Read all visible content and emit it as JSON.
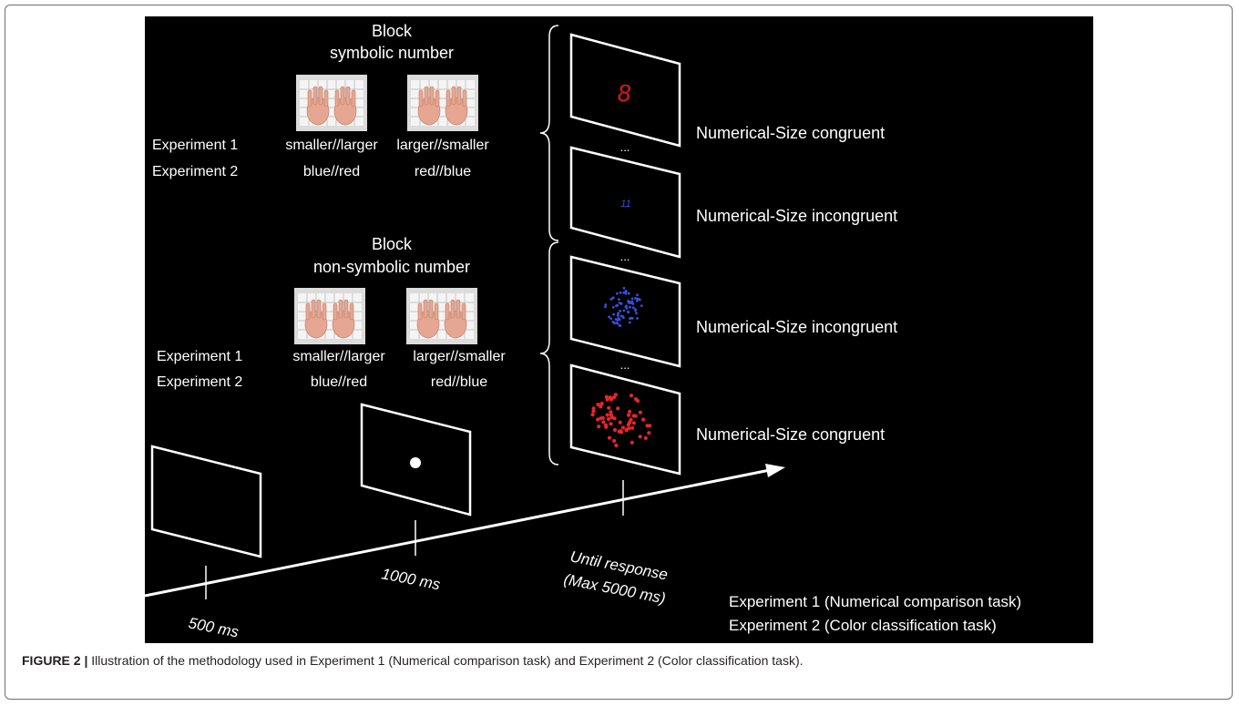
{
  "figure": {
    "block_symbolic": {
      "title_line1": "Block",
      "title_line2": "symbolic number"
    },
    "block_nonsymbolic": {
      "title_line1": "Block",
      "title_line2": "non-symbolic number"
    },
    "row_labels": {
      "exp1": "Experiment 1",
      "exp2": "Experiment 2"
    },
    "responses_symbolic": {
      "left_exp1": "smaller//larger",
      "left_exp2": "blue//red",
      "right_exp1": "larger//smaller",
      "right_exp2": "red//blue"
    },
    "responses_nonsymbolic": {
      "left_exp1": "smaller//larger",
      "left_exp2": "blue//red",
      "right_exp1": "larger//smaller",
      "right_exp2": "red//blue"
    },
    "stimuli": [
      {
        "digit": "8",
        "color": "#e8141b",
        "label": "Numerical-Size  congruent"
      },
      {
        "digit": "11",
        "color": "#3a4fd8",
        "label": "Numerical-Size  incongruent"
      },
      {
        "dots_color": "#3a4fd8",
        "label": "Numerical-Size  incongruent"
      },
      {
        "dots_color": "#e8262b",
        "label": "Numerical-Size  congruent"
      }
    ],
    "ellipsis": "...",
    "timeline": {
      "t1": "500 ms",
      "t2": "1000 ms",
      "t3_line1": "Until response",
      "t3_line2": "(Max 5000 ms)"
    },
    "legend": {
      "line1": "Experiment  1 (Numerical comparison task)",
      "line2": "Experiment  2 (Color classification task)"
    }
  },
  "caption": {
    "label": "FIGURE 2 |",
    "text": " Illustration of the methodology used in Experiment 1 (Numerical comparison task) and Experiment 2 (Color classification task)."
  }
}
